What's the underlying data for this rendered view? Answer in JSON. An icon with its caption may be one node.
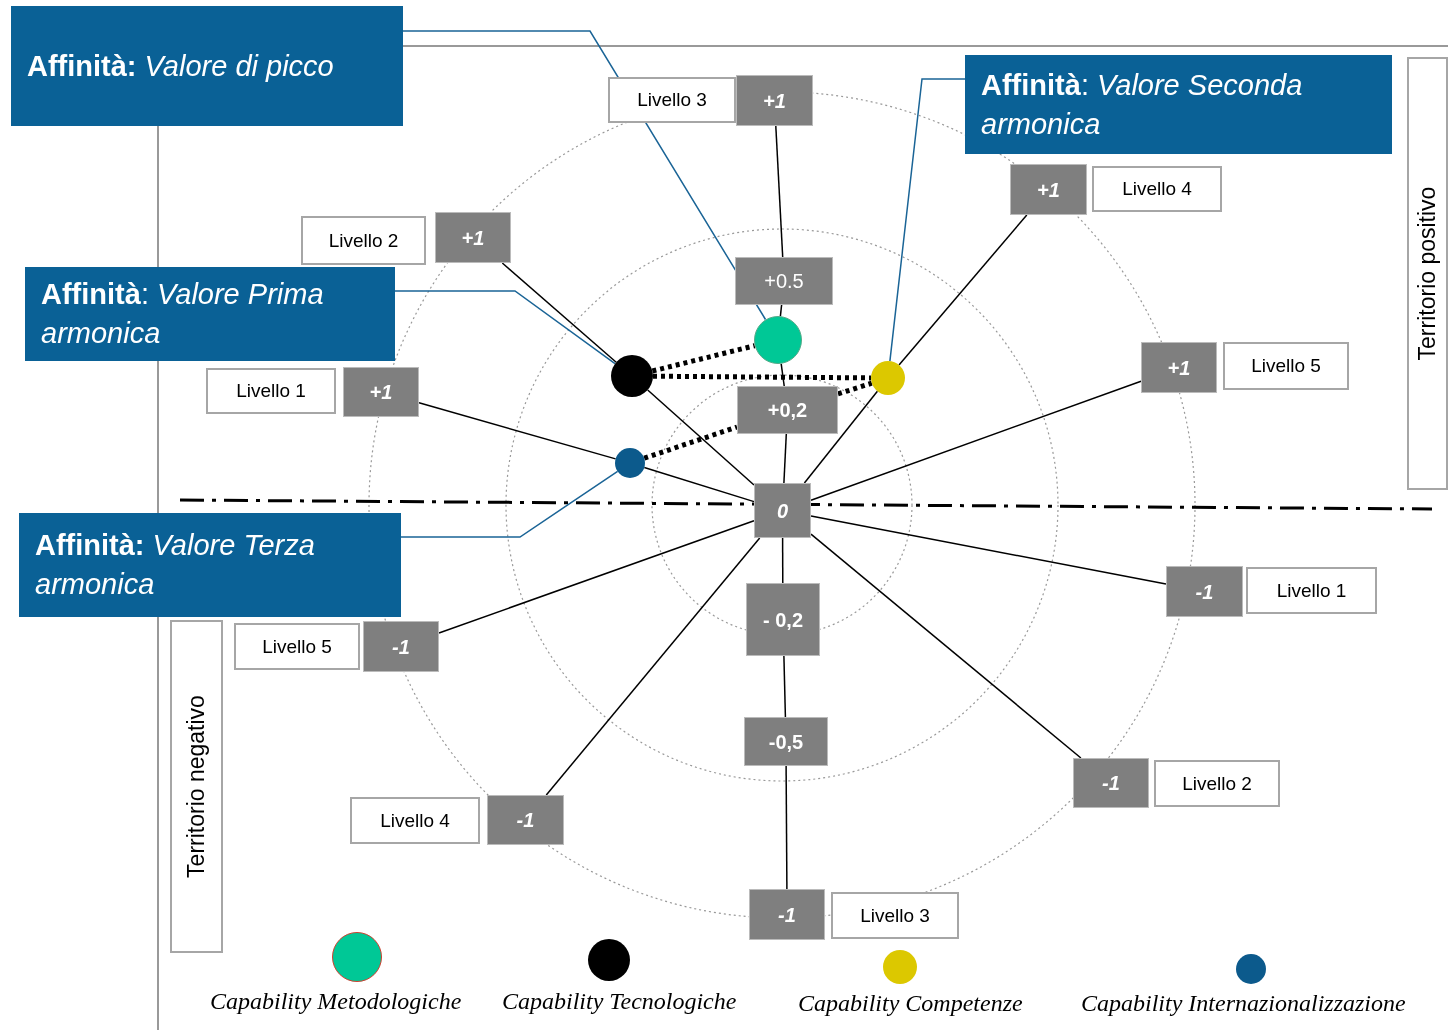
{
  "diagram": {
    "nodes": [
      {
        "text": [
          "**Affinità:** *Valore di picco*"
        ]
      },
      {
        "text": [
          "Livello 3"
        ]
      },
      {
        "text": [
          "+1"
        ]
      },
      {
        "text": [
          "**Affinità**: *Valore Seconda armonica*"
        ]
      },
      {
        "text": [
          "+1"
        ]
      },
      {
        "text": [
          "Livello 4"
        ]
      },
      {
        "text": [
          "Livello 2"
        ]
      },
      {
        "text": [
          "+1"
        ]
      },
      {
        "text": [
          "**Affinità**: *Valore Prima armonica*"
        ]
      },
      {
        "text": [
          "+0.5"
        ]
      },
      {
        "text": [],
        "shape": "circle"
      },
      {
        "text": [
          "Territorio positivo"
        ]
      },
      {
        "text": [],
        "shape": "circle"
      },
      {
        "text": [],
        "shape": "circle"
      },
      {
        "text": [
          "Livello 1"
        ]
      },
      {
        "text": [
          "+1"
        ]
      },
      {
        "text": [
          "+1"
        ]
      },
      {
        "text": [
          "Livello 5"
        ]
      },
      {
        "text": [
          "+0,2"
        ]
      },
      {
        "text": [],
        "shape": "circle"
      },
      {
        "text": [
          "0"
        ]
      },
      {
        "text": [
          "**Affinità:** *Valore Terza armonica*"
        ]
      },
      {
        "text": [
          "-1"
        ]
      },
      {
        "text": [
          "Livello 1"
        ]
      },
      {
        "text": [
          "Territorio negativo"
        ]
      },
      {
        "text": [
          "Livello 5"
        ]
      },
      {
        "text": [
          "-1"
        ]
      },
      {
        "text": [
          "- 0,2"
        ]
      },
      {
        "text": [
          "-0,5"
        ]
      },
      {
        "text": [
          "-1"
        ]
      },
      {
        "text": [
          "Livello 2"
        ]
      },
      {
        "text": [
          "Livello 4"
        ]
      },
      {
        "text": [
          "-1"
        ]
      },
      {
        "text": [
          "-1"
        ]
      },
      {
        "text": [
          "Livello 3"
        ]
      }
    ],
    "edges": [
      {
        "from": 20,
        "to": 18,
        "arrow": "none"
      },
      {
        "from": 18,
        "to": 10,
        "arrow": "none"
      },
      {
        "from": 10,
        "to": 9,
        "arrow": "none"
      },
      {
        "from": 9,
        "to": 2,
        "arrow": "none"
      },
      {
        "from": 20,
        "to": 12,
        "arrow": "none"
      },
      {
        "from": 12,
        "to": 7,
        "arrow": "none"
      },
      {
        "from": 20,
        "to": 19,
        "arrow": "none"
      },
      {
        "from": 19,
        "to": 15,
        "arrow": "none"
      },
      {
        "from": 20,
        "to": 13,
        "arrow": "none"
      },
      {
        "from": 13,
        "to": 4,
        "arrow": "none"
      },
      {
        "from": 20,
        "to": 16,
        "arrow": "none"
      },
      {
        "from": 20,
        "to": 27,
        "arrow": "none"
      },
      {
        "from": 27,
        "to": 28,
        "arrow": "none"
      },
      {
        "from": 28,
        "to": 33,
        "arrow": "none"
      },
      {
        "from": 20,
        "to": 22,
        "arrow": "none"
      },
      {
        "from": 20,
        "to": 26,
        "arrow": "none"
      },
      {
        "from": 20,
        "to": 29,
        "arrow": "none"
      },
      {
        "from": 20,
        "to": 32,
        "arrow": "none"
      },
      {
        "from": 12,
        "to": 10,
        "arrow": "none",
        "style": "dashed"
      },
      {
        "from": 12,
        "to": 13,
        "arrow": "none",
        "style": "dashed"
      },
      {
        "from": 19,
        "to": 18,
        "arrow": "none",
        "style": "dashed"
      },
      {
        "from": 18,
        "to": 13,
        "arrow": "none",
        "style": "dashed"
      },
      {
        "from": 0,
        "to": 10,
        "arrow": "none",
        "color": "#1a6496"
      },
      {
        "from": 3,
        "to": 13,
        "arrow": "none",
        "color": "#1a6496"
      },
      {
        "from": 8,
        "to": 12,
        "arrow": "none",
        "color": "#1a6496"
      },
      {
        "from": 21,
        "to": 19,
        "arrow": "none",
        "color": "#1a6496"
      }
    ],
    "legend": [
      {
        "text": "Capability Metodologiche",
        "color": "#00c896"
      },
      {
        "text": "Capability Tecnologiche",
        "color": "#000000"
      },
      {
        "text": "Capability Competenze",
        "color": "#dcc800"
      },
      {
        "text": "Capability Internazionalizzazione",
        "color": "#0c5a8c"
      }
    ]
  }
}
